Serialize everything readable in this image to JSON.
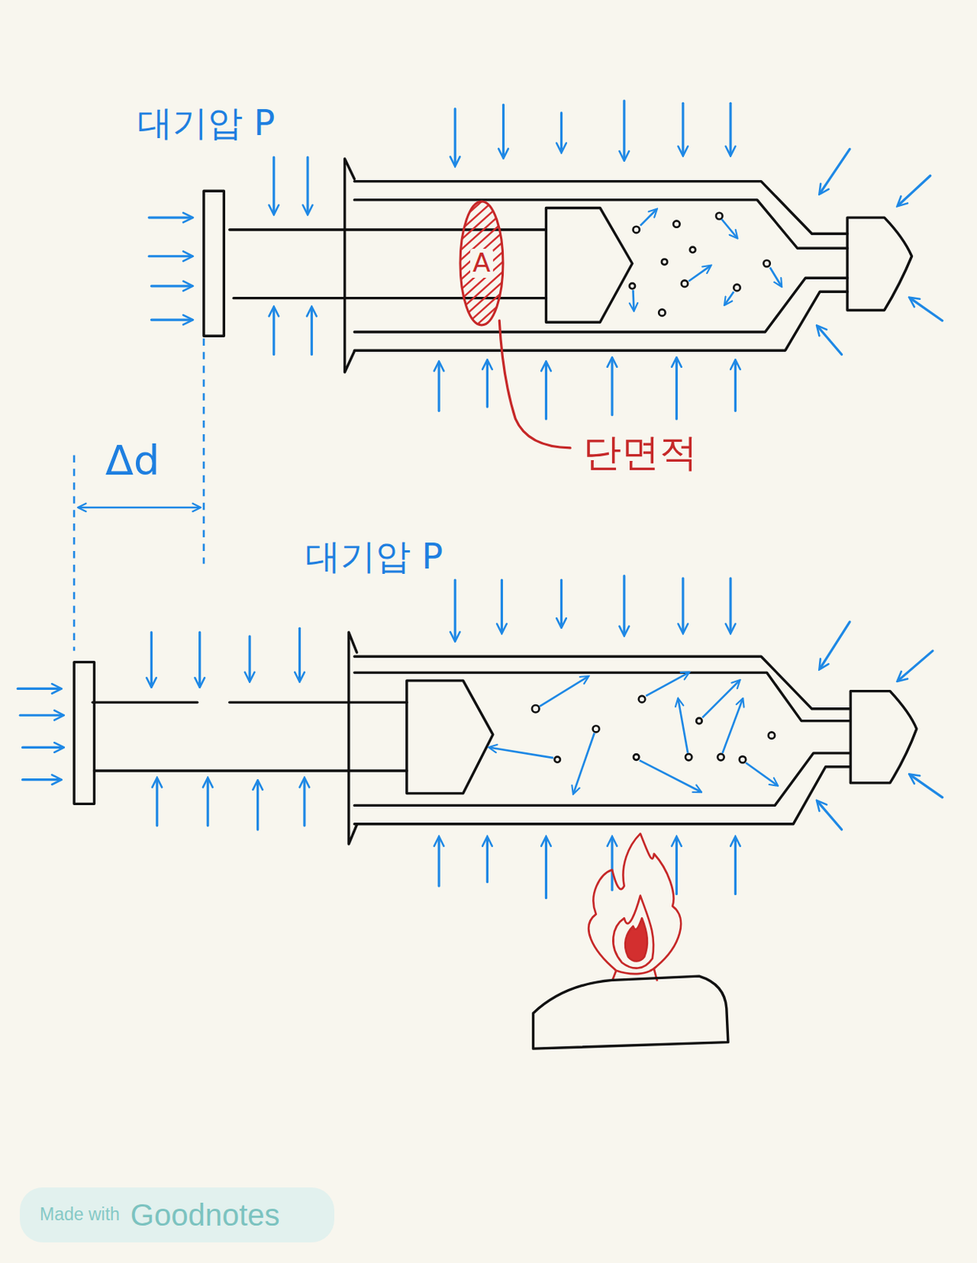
{
  "diagram": {
    "nodes": [
      {
        "text": [
          "A"
        ]
      },
      {
        "text": [
          "Made with",
          "Goodnotes"
        ]
      }
    ],
    "labels": [
      "대기압 P",
      "단면적",
      "Δd",
      "대기압 P"
    ]
  }
}
